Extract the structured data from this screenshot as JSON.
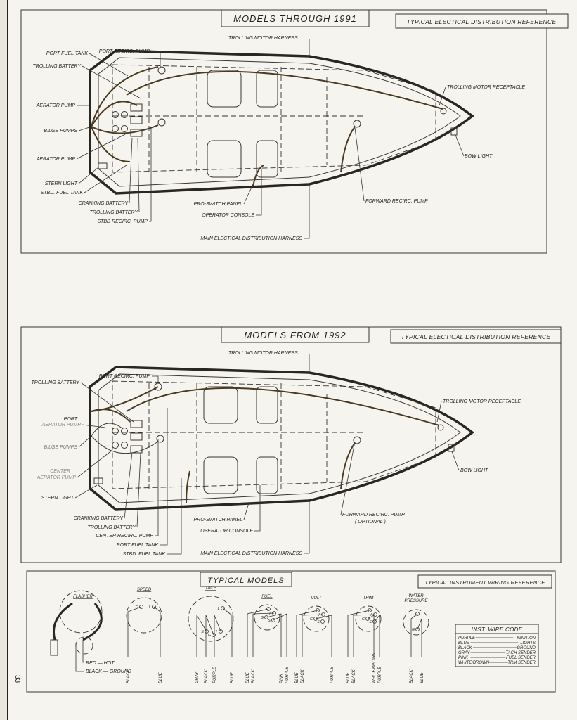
{
  "page_number": "33",
  "diagram1": {
    "title": "MODELS THROUGH 1991",
    "reference": "TYPICAL ELECTICAL DISTRIBUTION REFERENCE",
    "labels": {
      "port_recirc_pump": "PORT RECIRC. PUMP",
      "port_fuel_tank": "PORT FUEL TANK",
      "trolling_battery_top": "TROLLING BATTERY",
      "aerator_pump_1": "AERATOR PUMP",
      "bilge_pumps": "BILGE PUMPS",
      "aerator_pump_2": "AERATOR PUMP",
      "stern_light": "STERN LIGHT",
      "stbd_fuel_tank": "STBD. FUEL TANK",
      "cranking_battery": "CRANKING BATTERY",
      "trolling_battery_bottom": "TROLLING BATTERY",
      "stbd_recirc_pump": "STBD RECIRC. PUMP",
      "trolling_motor_harness": "TROLLING MOTOR HARNESS",
      "trolling_motor_receptacle": "TROLLING MOTOR RECEPTACLE",
      "bow_light": "BOW LIGHT",
      "forward_recirc_pump": "FORWARD RECIRC. PUMP",
      "pro_switch_panel": "PRO-SWITCH PANEL",
      "operator_console": "OPERATOR CONSOLE",
      "main_harness": "MAIN ELECTICAL DISTRIBUTION HARNESS"
    }
  },
  "diagram2": {
    "title": "MODELS FROM 1992",
    "reference": "TYPICAL ELECTICAL DISTRIBUTION REFERENCE",
    "labels": {
      "port_recirc_pump": "PORT RECIRC. PUMP",
      "trolling_battery_top": "TROLLING BATTERY",
      "port_aerator_1": "PORT",
      "port_aerator_2": "AERATOR PUMP",
      "bilge_pumps": "BILGE PUMPS",
      "center_aerator_1": "CENTER",
      "center_aerator_2": "AERATOR PUMP",
      "stern_light": "STERN LIGHT",
      "cranking_battery": "CRANKING BATTERY",
      "trolling_battery_bottom": "TROLLING BATTERY",
      "center_recirc_pump": "CENTER RECIRC. PUMP",
      "port_fuel_tank": "PORT FUEL TANK",
      "stbd_fuel_tank": "STBD. FUEL TANK",
      "trolling_motor_harness": "TROLLING MOTOR HARNESS",
      "trolling_motor_receptacle": "TROLLING MOTOR RECEPTACLE",
      "bow_light": "BOW LIGHT",
      "forward_recirc_pump": "FORWARD RECIRC. PUMP",
      "optional": "( OPTIONAL )",
      "pro_switch_panel": "PRO-SWITCH PANEL",
      "operator_console": "OPERATOR CONSOLE",
      "main_harness": "MAIN ELECTICAL DISTRIBUTION HARNESS"
    }
  },
  "instruments": {
    "title": "TYPICAL MODELS",
    "reference": "TYPICAL INSTRUMENT WIRING REFERENCE",
    "flasher": {
      "name": "FLASHER",
      "red": "RED — HOT",
      "black": "BLACK — GROUND"
    },
    "speed": {
      "name": "SPEED",
      "terminals": [
        "G",
        "L"
      ],
      "wires": [
        "BLACK",
        "BLUE"
      ]
    },
    "tach": {
      "name": "TACH",
      "terminals": [
        "S",
        "G",
        "I",
        "L"
      ],
      "wires": [
        "GRAY",
        "BLACK",
        "PURPLE",
        "BLUE"
      ]
    },
    "fuel": {
      "name": "FUEL",
      "terminals": [
        "L",
        "I",
        "G",
        "S"
      ],
      "wires": [
        "BLUE",
        "BLACK",
        "PINK",
        "PURPLE"
      ]
    },
    "volt": {
      "name": "VOLT",
      "terminals": [
        "L",
        "I",
        "G",
        "S"
      ],
      "wires": [
        "BLUE",
        "BLACK",
        "PURPLE"
      ]
    },
    "trim": {
      "name": "TRIM",
      "terminals": [
        "L",
        "I",
        "G",
        "S"
      ],
      "wires": [
        "BLUE",
        "BLACK",
        "WHITE/BROWN",
        "PURPLE"
      ]
    },
    "water": {
      "name1": "WATER",
      "name2": "PRESSURE",
      "terminals": [
        "L",
        "G"
      ],
      "wires": [
        "BLACK",
        "BLUE"
      ]
    },
    "wire_code": {
      "title": "INST. WIRE CODE",
      "rows": [
        {
          "color": "PURPLE",
          "use": "IGNITION"
        },
        {
          "color": "BLUE",
          "use": "LIGHTS"
        },
        {
          "color": "BLACK",
          "use": "GROUND"
        },
        {
          "color": "GRAY",
          "use": "TACH SENDER"
        },
        {
          "color": "PINK",
          "use": "FUEL SENDER"
        },
        {
          "color": "WHITE/BROWN",
          "use": "TRM SENDER"
        }
      ]
    }
  }
}
